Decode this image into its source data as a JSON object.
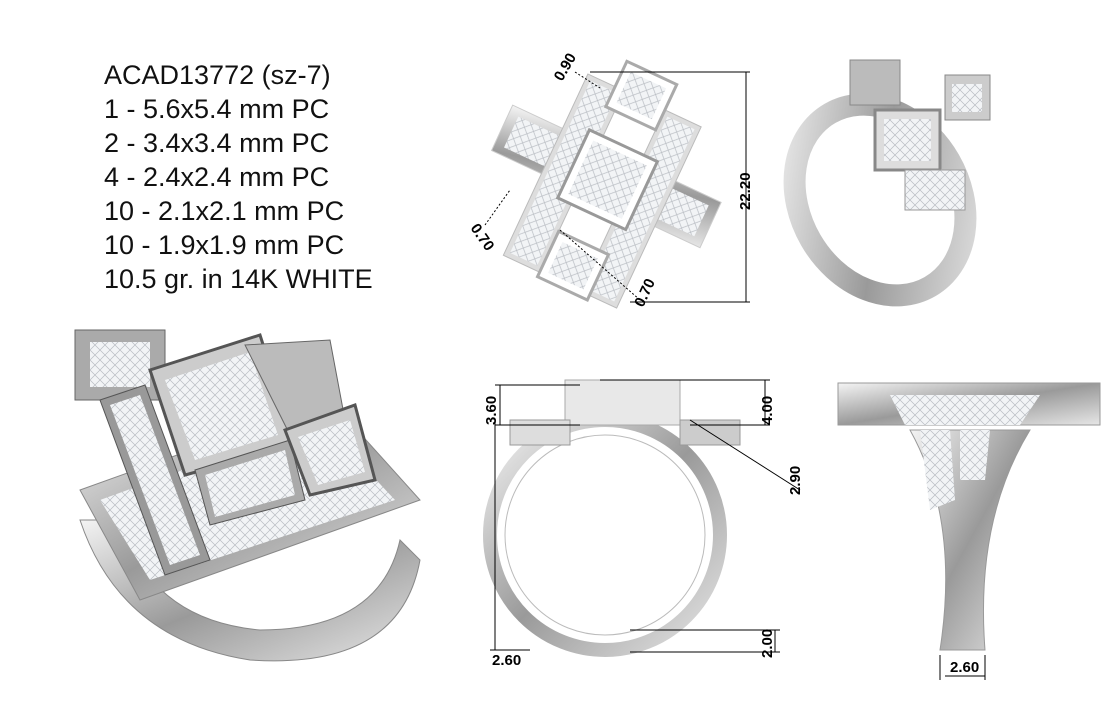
{
  "specs": {
    "title": "ACAD13772 (sz-7)",
    "lines": [
      "1 - 5.6x5.4 mm PC",
      "2 - 3.4x3.4 mm PC",
      "4 - 2.4x2.4 mm PC",
      "10 - 2.1x2.1 mm PC",
      "10 - 1.9x1.9 mm PC",
      "10.5 gr.  in 14K WHITE"
    ]
  },
  "dimensions": {
    "top_bezel": "0.90",
    "top_height": "22.20",
    "top_left": "0.70",
    "top_bottom": "0.70",
    "side_left_height": "3.60",
    "side_right_height": "4.00",
    "side_diag": "2.90",
    "side_bottom_left": "2.60",
    "side_bottom_right": "2.00",
    "front_bottom": "2.60"
  }
}
